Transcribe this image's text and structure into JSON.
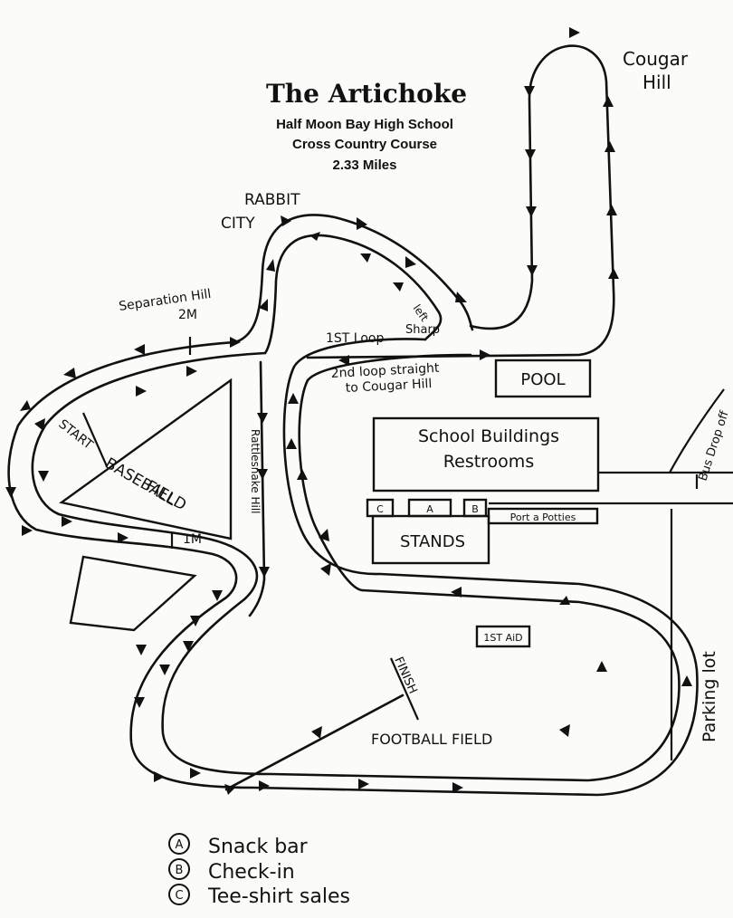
{
  "title": {
    "main": "The Artichoke",
    "line1": "Half Moon Bay High School",
    "line2": "Cross Country Course",
    "line3": "2.33 Miles"
  },
  "labels": {
    "cougar_hill_1": "Cougar",
    "cougar_hill_2": "Hill",
    "rabbit_city_1": "RABBIT",
    "rabbit_city_2": "CITY",
    "separation_hill": "Separation Hill",
    "mile_2": "2M",
    "mile_1": "1M",
    "first_loop": "1ST Loop",
    "sharp_left": "Sharp",
    "sharp_left_top": "left",
    "second_loop_1": "2nd loop straight",
    "second_loop_2": "to Cougar Hill",
    "pool": "POOL",
    "school_buildings": "School Buildings",
    "restrooms": "Restrooms",
    "stands": "STANDS",
    "stand_c": "C",
    "stand_a": "A",
    "stand_b": "B",
    "port_a_potties": "Port a Potties",
    "bus_drop_off": "Bus Drop off",
    "parking_lot": "Parking lot",
    "start": "START",
    "baseball_field_1": "BASEBALL",
    "baseball_field_2": "FIELD",
    "rattlesnake_hill": "Rattlesnake Hill",
    "first_aid": "1ST AiD",
    "finish": "FINISH",
    "football_field": "FOOTBALL FIELD"
  },
  "legend": [
    {
      "letter": "A",
      "text": "Snack bar"
    },
    {
      "letter": "B",
      "text": "Check-in"
    },
    {
      "letter": "C",
      "text": "Tee-shirt sales"
    }
  ]
}
